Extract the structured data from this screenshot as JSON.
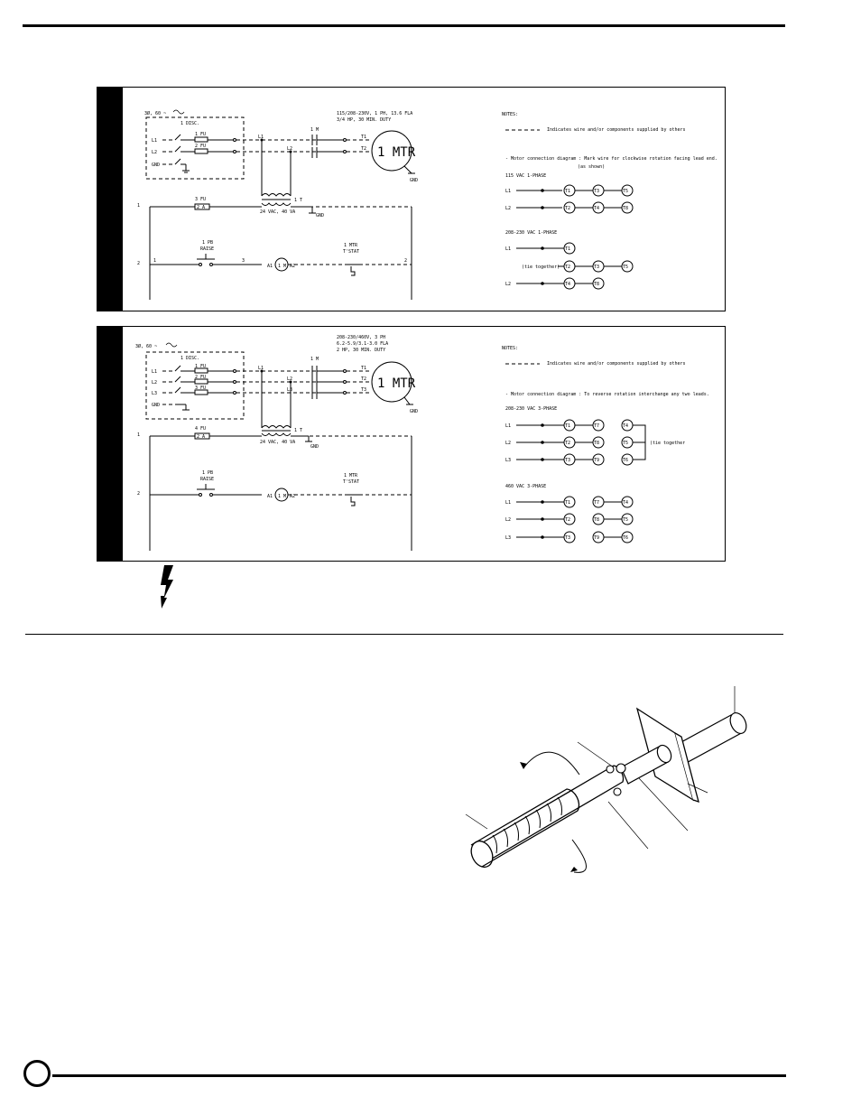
{
  "diagram1": {
    "supply": "3Ø, 60 ~",
    "disconnect": "1 DISC.",
    "lines": [
      "L1",
      "L2",
      "GND"
    ],
    "fuses": [
      "1 FU",
      "2 FU"
    ],
    "contactor": "1 M",
    "motor_spec": [
      "115/208-230V, 1 PH, 13.6 FLA",
      "3/4 HP, 30 MIN. DUTY"
    ],
    "motor": "1 MTR",
    "motor_terminals": [
      "T1",
      "T2"
    ],
    "gnd": "GND",
    "transformer": "1 T",
    "transformer_rating": "24 VAC, 40 VA",
    "fuse3": "3 FU",
    "fuse_rating": "2 A",
    "pb": "1 PB",
    "raise": "RAISE",
    "coil": "1 M",
    "coil_terms": [
      "A1",
      "A2"
    ],
    "tstat_top": "1 MTR",
    "tstat": "T'STAT",
    "wire_nums": [
      "1",
      "2",
      "1",
      "3",
      "2"
    ],
    "notes_title": "NOTES:",
    "note1": "Indicates wire and/or components supplied by others",
    "note2": "- Motor connection diagram : Mark wire for clockwise rotation facing lead end.",
    "note2b": "(as shown)",
    "conn1_title": "115 VAC  1-PHASE",
    "conn1": [
      {
        "line": "L1",
        "terms": [
          "T1",
          "T3",
          "T5"
        ]
      },
      {
        "line": "L2",
        "terms": [
          "T2",
          "T4",
          "T8"
        ]
      }
    ],
    "conn2_title": "208-230 VAC  1-PHASE",
    "conn2_l1": {
      "line": "L1",
      "terms": [
        "T1"
      ]
    },
    "conn2_tie": {
      "label": "(tie together)",
      "terms": [
        "T2",
        "T3",
        "T5"
      ]
    },
    "conn2_l2": {
      "line": "L2",
      "terms": [
        "T4",
        "T8"
      ]
    }
  },
  "diagram2": {
    "supply": "3Ø, 60 ~",
    "disconnect": "1 DISC.",
    "lines": [
      "L1",
      "L2",
      "L3",
      "GND"
    ],
    "fuses": [
      "1 FU",
      "2 FU",
      "3 FU"
    ],
    "contactor": "1 M",
    "motor_spec": [
      "208-230/460V, 3 PH",
      "6.2-5.9/3.1-3.0 FLA",
      "2 HP, 30 MIN. DUTY"
    ],
    "motor": "1 MTR",
    "motor_terminals": [
      "T1",
      "T2",
      "T3"
    ],
    "gnd": "GND",
    "transformer": "1 T",
    "transformer_rating": "24 VAC, 40 VA",
    "fuse4": "4 FU",
    "fuse_rating": "2 A",
    "pb": "1 PB",
    "raise": "RAISE",
    "coil": "1 M",
    "coil_terms": [
      "A1",
      "A2"
    ],
    "tstat_top": "1 MTR",
    "tstat": "T'STAT",
    "notes_title": "NOTES:",
    "note1": "Indicates wire and/or components supplied by others",
    "note2": "- Motor connection diagram : To reverse rotation interchange any two leads.",
    "conn1_title": "208-230 VAC  3-PHASE",
    "conn1": [
      {
        "line": "L1",
        "terms": [
          "T1",
          "T7"
        ],
        "tie": "T4"
      },
      {
        "line": "L2",
        "terms": [
          "T2",
          "T8"
        ],
        "tie": "T5"
      },
      {
        "line": "L3",
        "terms": [
          "T3",
          "T9"
        ],
        "tie": "T6"
      }
    ],
    "tie_label": "(tie together",
    "conn2_title": "460 VAC  3-PHASE",
    "conn2": [
      {
        "line": "L1",
        "terms": [
          "T1"
        ],
        "pair": [
          "T7",
          "T4"
        ]
      },
      {
        "line": "L2",
        "terms": [
          "T2"
        ],
        "pair": [
          "T8",
          "T5"
        ]
      },
      {
        "line": "L3",
        "terms": [
          "T3"
        ],
        "pair": [
          "T9",
          "T6"
        ]
      }
    ]
  }
}
